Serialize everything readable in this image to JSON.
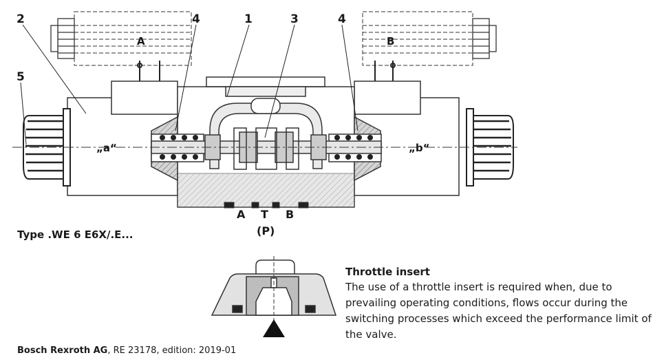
{
  "callouts": [
    "2",
    "4",
    "1",
    "3",
    "4",
    "5"
  ],
  "solenoids": {
    "a": "A",
    "b": "B"
  },
  "sides": {
    "a": "„a“",
    "b": "„b“"
  },
  "ports": {
    "a": "A",
    "t": "T",
    "b": "B",
    "p": "(P)"
  },
  "type_label": "Type .WE 6 E6X/.E...",
  "throttle": {
    "title": "Throttle insert",
    "text": "The use of a throttle insert is required when, due to prevailing operating conditions, flows occur during the switching processes which exceed the performance limit of the valve."
  },
  "footer": {
    "company": "Bosch Rexroth AG",
    "rest": ", RE 23178, edition: 2019-01"
  }
}
